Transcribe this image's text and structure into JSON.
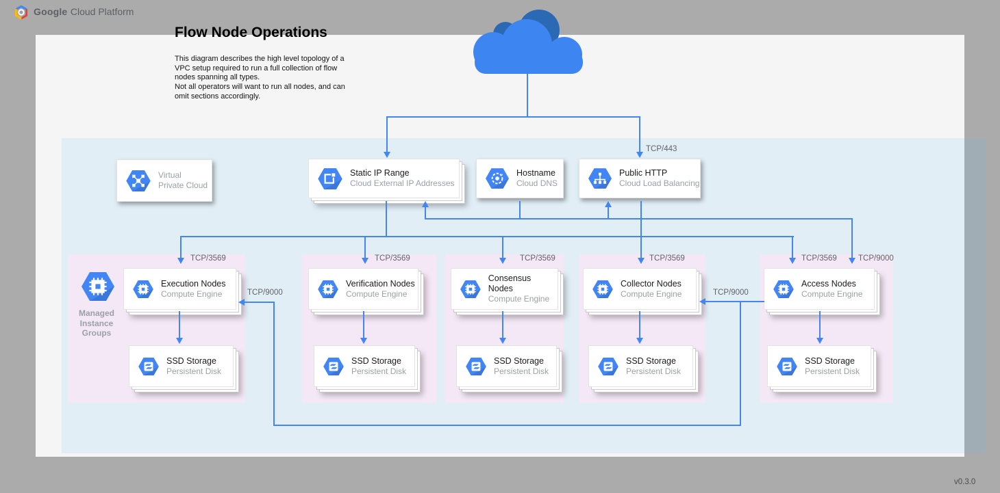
{
  "header": {
    "brand_primary": "Google",
    "brand_secondary": "Cloud Platform"
  },
  "doc": {
    "title": "Flow Node Operations",
    "description": "This diagram describes the high level topology of a\nVPC setup required to run a full collection of flow\nnodes spanning all types.\nNot all operators will want to run all nodes, and can\nomit sections accordingly.",
    "version": "v0.3.0"
  },
  "services": {
    "vpc": {
      "name": "Virtual\nPrivate Cloud"
    },
    "static_ip": {
      "title": "Static IP Range",
      "subtitle": "Cloud External IP Addresses"
    },
    "hostname": {
      "title": "Hostname",
      "subtitle": "Cloud DNS"
    },
    "public_http": {
      "title": "Public HTTP",
      "subtitle": "Cloud Load Balancing"
    }
  },
  "mig": {
    "label": "Managed\nInstance\nGroups"
  },
  "groups": [
    {
      "label_port": "TCP/3569",
      "node_title": "Execution Nodes",
      "node_subtitle": "Compute Engine",
      "ssd_title": "SSD Storage",
      "ssd_subtitle": "Persistent Disk"
    },
    {
      "label_port": "TCP/3569",
      "node_title": "Verification Nodes",
      "node_subtitle": "Compute Engine",
      "ssd_title": "SSD Storage",
      "ssd_subtitle": "Persistent Disk"
    },
    {
      "label_port": "TCP/3569",
      "node_title": "Consensus Nodes",
      "node_subtitle": "Compute Engine",
      "ssd_title": "SSD Storage",
      "ssd_subtitle": "Persistent Disk"
    },
    {
      "label_port": "TCP/3569",
      "node_title": "Collector Nodes",
      "node_subtitle": "Compute Engine",
      "ssd_title": "SSD Storage",
      "ssd_subtitle": "Persistent Disk"
    },
    {
      "label_port": "TCP/3569",
      "node_title": "Access Nodes",
      "node_subtitle": "Compute Engine",
      "ssd_title": "SSD Storage",
      "ssd_subtitle": "Persistent Disk"
    }
  ],
  "connections": {
    "tcp443": "TCP/443",
    "tcp3569": "TCP/3569",
    "tcp9000": "TCP/9000"
  },
  "colors": {
    "background": "#ABABAB",
    "canvas": "#F5F5F5",
    "vpc_region": "#E3F0FB",
    "group_pink": "#F5E8F6",
    "line_blue": "#4285F4",
    "icon_blue": "#4285F4",
    "cloud_blue": "#3D85F0",
    "cloud_blue_dark": "#2C69B5",
    "subtitle_gray": "#9AA0A6"
  }
}
